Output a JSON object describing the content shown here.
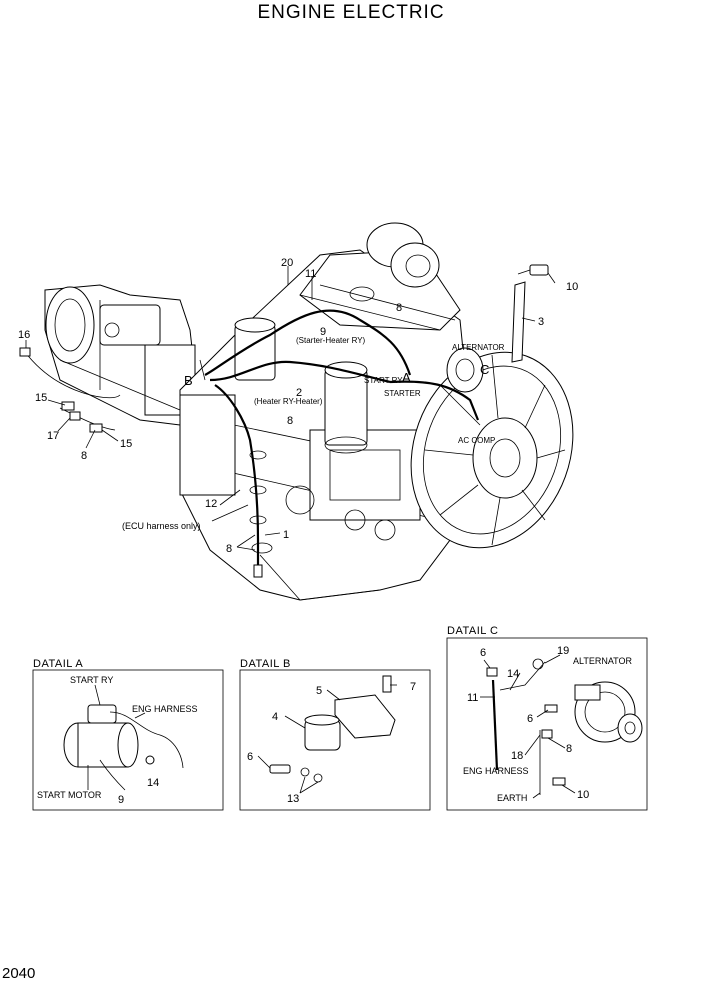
{
  "title": "ENGINE ELECTRIC",
  "page_number": "2040",
  "main_callouts": [
    "20",
    "11",
    "8",
    "9",
    "10",
    "3",
    "16",
    "15",
    "17",
    "8",
    "15",
    "B",
    "2",
    "8",
    "A",
    "C",
    "12",
    "1",
    "8"
  ],
  "main_labels": {
    "starter_heater_ry": "(Starter-Heater RY)",
    "heater_ry_heater": "(Heater RY-Heater)",
    "start_ry": "START RY",
    "starter": "STARTER",
    "alternator": "ALTERNATOR",
    "ac_comp": "AC COMP",
    "ecu_harness_only": "(ECU harness only)"
  },
  "detail_a": {
    "header": "DATAIL  A",
    "start_ry": "START RY",
    "eng_harness": "ENG HARNESS",
    "start_motor": "START MOTOR",
    "callout_14": "14",
    "callout_9": "9"
  },
  "detail_b": {
    "header": "DATAIL  B",
    "callouts": [
      "5",
      "7",
      "4",
      "6",
      "13"
    ]
  },
  "detail_c": {
    "header": "DATAIL  C",
    "alternator": "ALTERNATOR",
    "eng_harness": "ENG HARNESS",
    "earth": "EARTH",
    "callouts": [
      "6",
      "19",
      "14",
      "11",
      "6",
      "18",
      "8",
      "10"
    ]
  }
}
